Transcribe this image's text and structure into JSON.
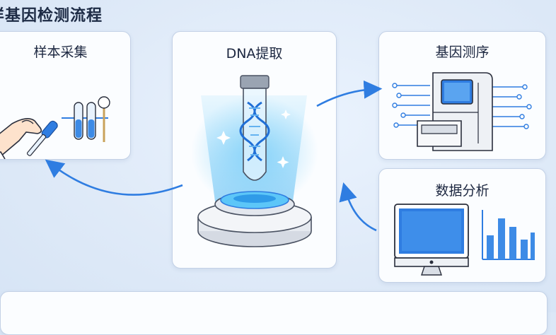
{
  "header": {
    "title": "样基因检测流程"
  },
  "steps": {
    "sampling": "样本采集",
    "extraction": "DNA提取",
    "sequencing": "基因测序",
    "analysis": "数据分析"
  },
  "colors": {
    "accent": "#2f7de1",
    "glow": "#57c3f7",
    "border": "#c3d1e6",
    "text": "#1c2740"
  },
  "icons": {
    "sampling": "hand-dropper-test-tubes-icon",
    "extraction": "dna-test-tube-icon",
    "sequencing": "sequencer-machine-icon",
    "analysis": "monitor-bar-chart-icon"
  }
}
